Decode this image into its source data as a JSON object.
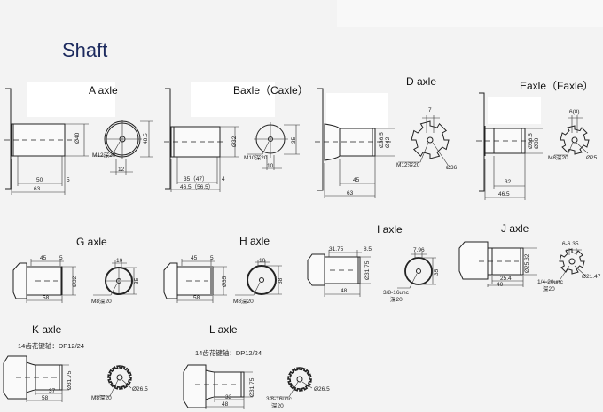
{
  "title": "Shaft",
  "colors": {
    "title": "#1c2a5e",
    "lines": "#222222",
    "background": "#f3f3f3"
  },
  "axles": {
    "A": {
      "label": "A axle",
      "dims": [
        "Ø40",
        "48.5",
        "M12深20",
        "12",
        "50",
        "5",
        "63"
      ]
    },
    "B": {
      "label": "Baxle（Caxle）",
      "dims": [
        "Ø32",
        "35",
        "M10深20",
        "10",
        "35（47）",
        "4",
        "46.5（56.5）"
      ]
    },
    "D": {
      "label": "D axle",
      "dims": [
        "Ø36.5",
        "Ø42",
        "7",
        "M12深20",
        "Ø36",
        "45",
        "63"
      ]
    },
    "E": {
      "label": "Eaxle（Faxle）",
      "dims": [
        "Ø36.5",
        "Ø30",
        "6(8)",
        "M8深20",
        "Ø25",
        "32",
        "46.5"
      ]
    },
    "G": {
      "label": "G axle",
      "dims": [
        "45",
        "5",
        "Ø32",
        "58",
        "10",
        "35",
        "M8深20"
      ]
    },
    "H": {
      "label": "H axle",
      "dims": [
        "45",
        "5",
        "Ø35",
        "58",
        "10",
        "38",
        "M8深20"
      ]
    },
    "I": {
      "label": "I axle",
      "dims": [
        "31.75",
        "8.5",
        "Ø31.75",
        "48",
        "7.96",
        "35",
        "3/8-16unc",
        "深20"
      ]
    },
    "J": {
      "label": "J axle",
      "dims": [
        "Ø25.32",
        "25.4",
        "40",
        "6-6.35",
        "1/4-20unc",
        "深20",
        "Ø21.47"
      ]
    },
    "K": {
      "label": "K axle",
      "note": "14齿花键轴：DP12/24",
      "dims": [
        "Ø31.75",
        "37",
        "58",
        "M8深20",
        "Ø26.5"
      ]
    },
    "L": {
      "label": "L axle",
      "note": "14齿花键轴：DP12/24",
      "dims": [
        "Ø31.75",
        "33",
        "48",
        "3/8-16unc",
        "深20",
        "Ø26.5"
      ]
    }
  }
}
